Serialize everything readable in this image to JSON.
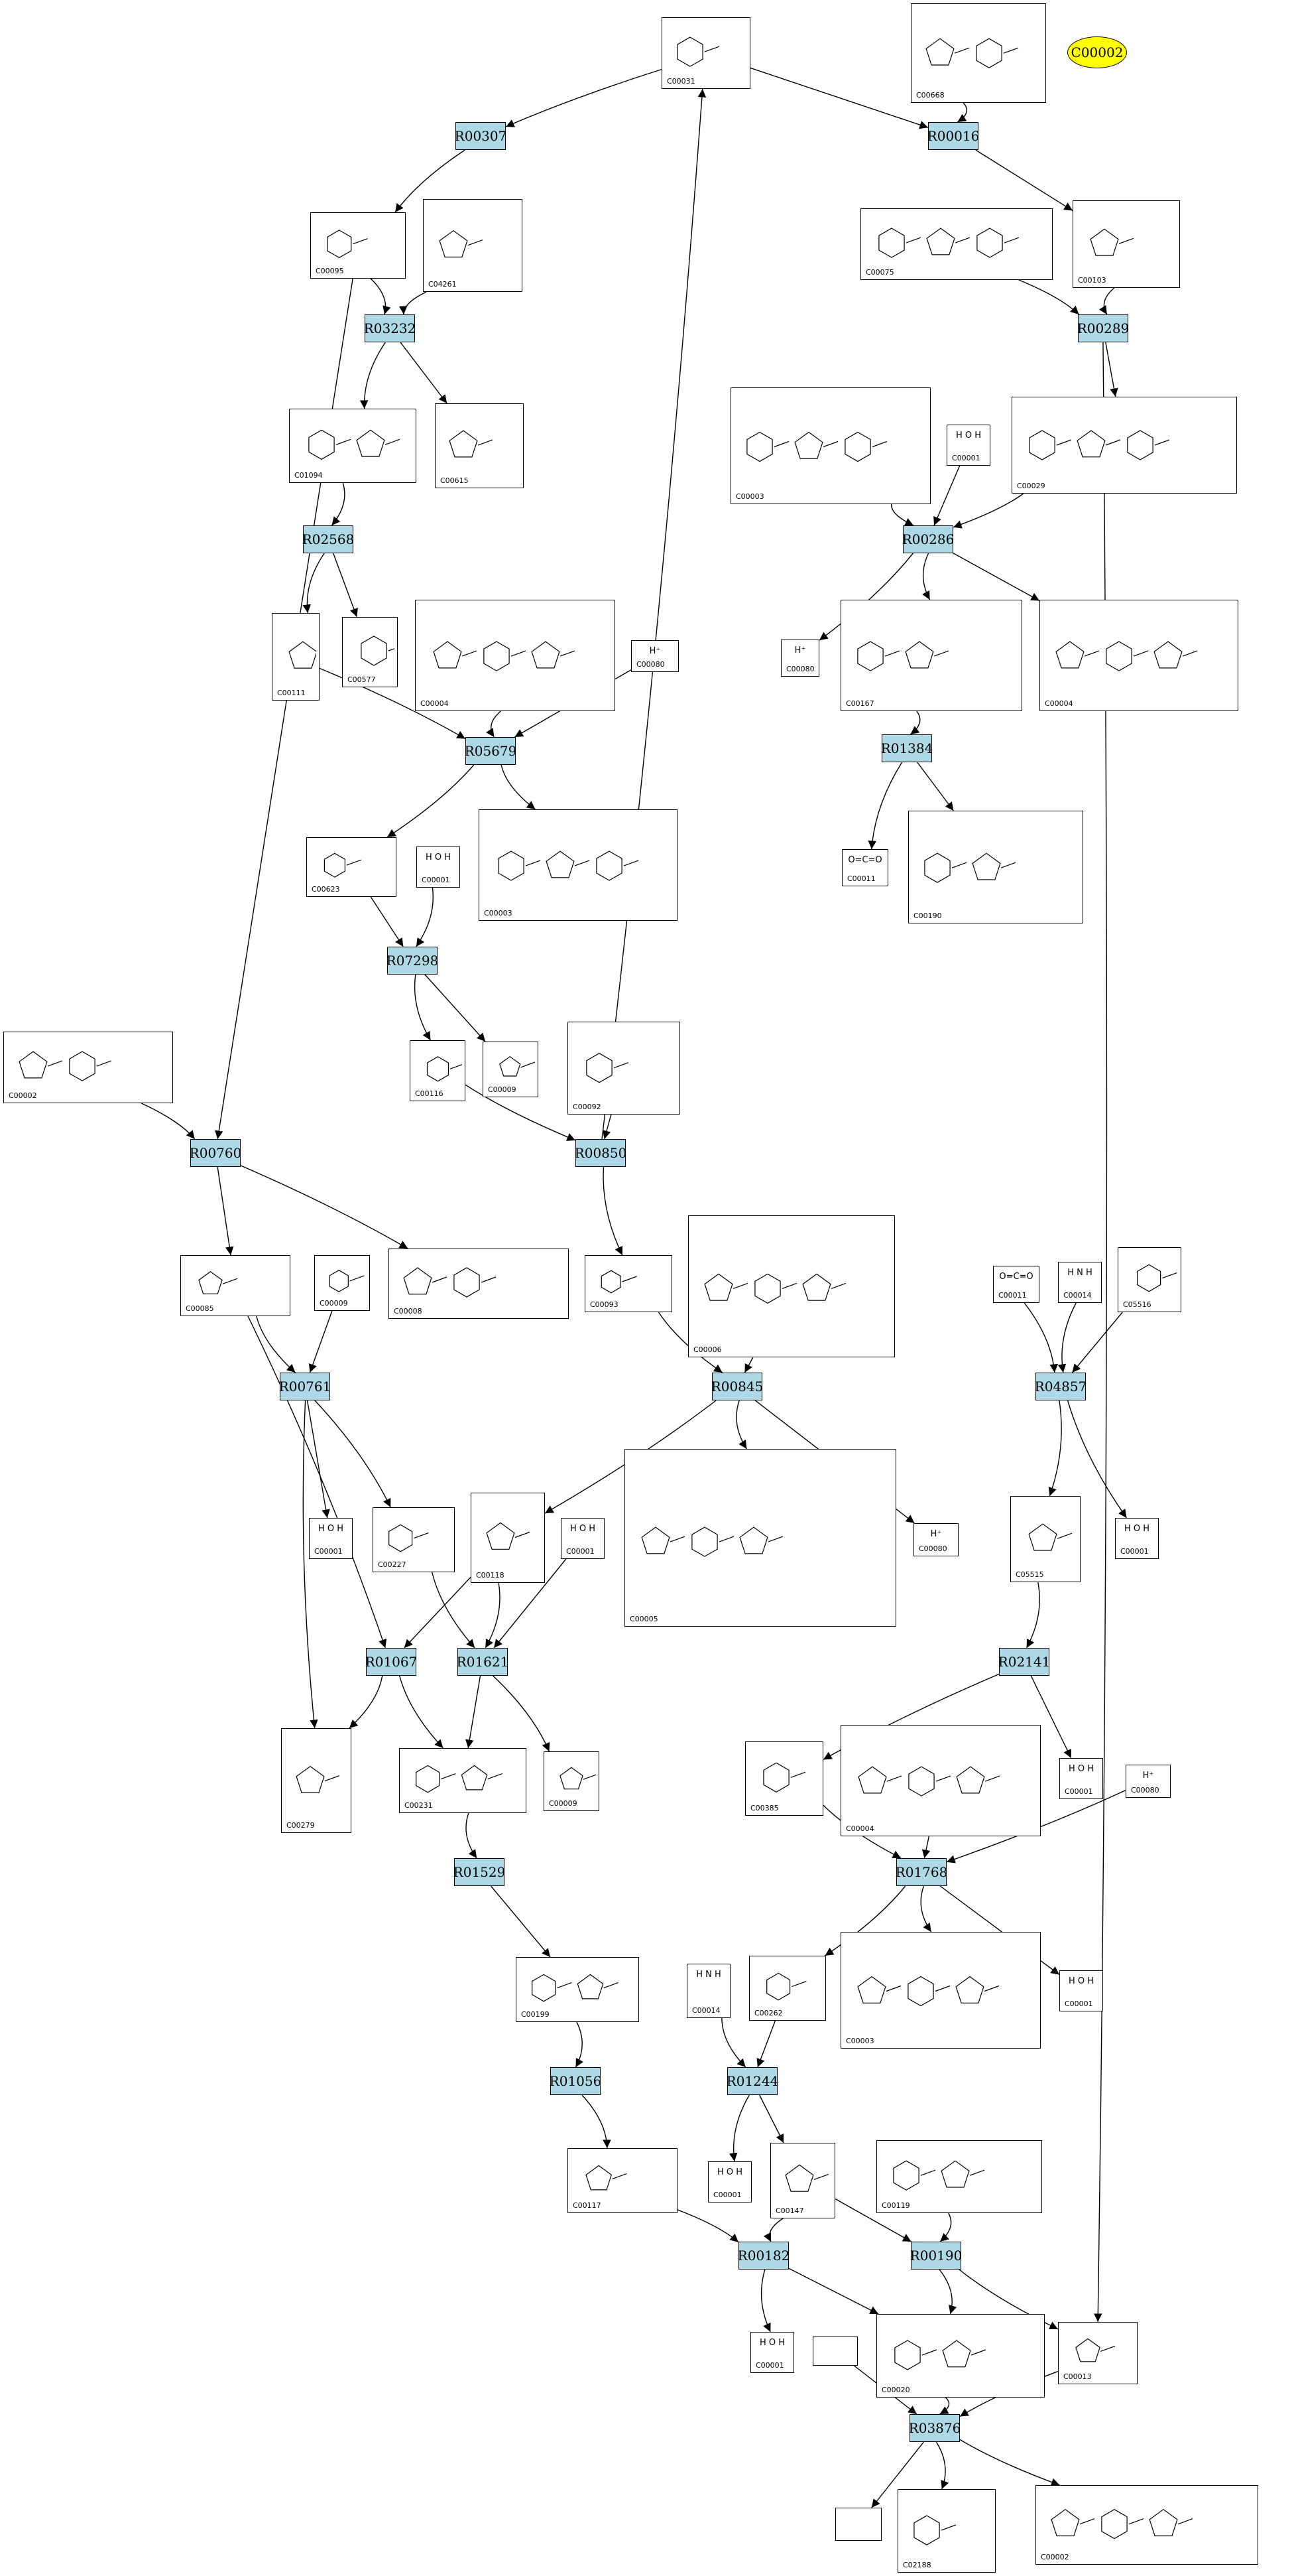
{
  "reactions": [
    {
      "id": "r00307",
      "label": "R00307"
    },
    {
      "id": "r00016",
      "label": "R00016"
    },
    {
      "id": "r03232",
      "label": "R03232"
    },
    {
      "id": "r00289",
      "label": "R00289"
    },
    {
      "id": "r02568",
      "label": "R02568"
    },
    {
      "id": "r00286",
      "label": "R00286"
    },
    {
      "id": "r05679",
      "label": "R05679"
    },
    {
      "id": "r01384",
      "label": "R01384"
    },
    {
      "id": "r07298",
      "label": "R07298"
    },
    {
      "id": "r00760",
      "label": "R00760"
    },
    {
      "id": "r00850",
      "label": "R00850"
    },
    {
      "id": "r00761",
      "label": "R00761"
    },
    {
      "id": "r00845",
      "label": "R00845"
    },
    {
      "id": "r04857",
      "label": "R04857"
    },
    {
      "id": "r01067",
      "label": "R01067"
    },
    {
      "id": "r01621",
      "label": "R01621"
    },
    {
      "id": "r02141",
      "label": "R02141"
    },
    {
      "id": "r01768",
      "label": "R01768"
    },
    {
      "id": "r01529",
      "label": "R01529"
    },
    {
      "id": "r01056",
      "label": "R01056"
    },
    {
      "id": "r01244",
      "label": "R01244"
    },
    {
      "id": "r00182",
      "label": "R00182"
    },
    {
      "id": "r00190",
      "label": "R00190"
    },
    {
      "id": "r03876",
      "label": "R03876"
    }
  ],
  "highlight": {
    "id": "c00002_oval",
    "label": "C00002"
  },
  "compounds": [
    {
      "id": "c00031_a",
      "label": "C00031",
      "text": ""
    },
    {
      "id": "c00668_a",
      "label": "C00668",
      "text": ""
    },
    {
      "id": "c00095_a",
      "label": "C00095",
      "text": ""
    },
    {
      "id": "c04261_a",
      "label": "C04261",
      "text": ""
    },
    {
      "id": "c00075_a",
      "label": "C00075",
      "text": ""
    },
    {
      "id": "c00103_a",
      "label": "C00103",
      "text": ""
    },
    {
      "id": "c01094_a",
      "label": "C01094",
      "text": ""
    },
    {
      "id": "c00615_a",
      "label": "C00615",
      "text": ""
    },
    {
      "id": "c00003_a",
      "label": "C00003",
      "text": ""
    },
    {
      "id": "c00001_a",
      "label": "C00001",
      "text": "H O H"
    },
    {
      "id": "c00029_a",
      "label": "C00029",
      "text": ""
    },
    {
      "id": "c00111_a",
      "label": "C00111",
      "text": ""
    },
    {
      "id": "c00577_a",
      "label": "C00577",
      "text": ""
    },
    {
      "id": "c00004_a",
      "label": "C00004",
      "text": ""
    },
    {
      "id": "c00080_a",
      "label": "C00080",
      "text": "H⁺"
    },
    {
      "id": "c00080_b",
      "label": "C00080",
      "text": "H⁺"
    },
    {
      "id": "c00167_a",
      "label": "C00167",
      "text": ""
    },
    {
      "id": "c00004_b",
      "label": "C00004",
      "text": ""
    },
    {
      "id": "c00623_a",
      "label": "C00623",
      "text": ""
    },
    {
      "id": "c00001_b",
      "label": "C00001",
      "text": "H O H"
    },
    {
      "id": "c00003_b",
      "label": "C00003",
      "text": ""
    },
    {
      "id": "c00011_a",
      "label": "C00011",
      "text": "O=C=O"
    },
    {
      "id": "c00190_a",
      "label": "C00190",
      "text": ""
    },
    {
      "id": "c00002_a",
      "label": "C00002",
      "text": ""
    },
    {
      "id": "c00116_a",
      "label": "C00116",
      "text": ""
    },
    {
      "id": "c00009_a",
      "label": "C00009",
      "text": ""
    },
    {
      "id": "c00092_a",
      "label": "C00092",
      "text": ""
    },
    {
      "id": "c00085_a",
      "label": "C00085",
      "text": ""
    },
    {
      "id": "c00009_b",
      "label": "C00009",
      "text": ""
    },
    {
      "id": "c00008_a",
      "label": "C00008",
      "text": ""
    },
    {
      "id": "c00093_a",
      "label": "C00093",
      "text": ""
    },
    {
      "id": "c00006_a",
      "label": "C00006",
      "text": ""
    },
    {
      "id": "c00011_b",
      "label": "C00011",
      "text": "O=C=O"
    },
    {
      "id": "c00014_a",
      "label": "C00014",
      "text": "H N H"
    },
    {
      "id": "c05516_a",
      "label": "C05516",
      "text": ""
    },
    {
      "id": "c00001_c",
      "label": "C00001",
      "text": "H O H"
    },
    {
      "id": "c00227_a",
      "label": "C00227",
      "text": ""
    },
    {
      "id": "c00118_a",
      "label": "C00118",
      "text": ""
    },
    {
      "id": "c00001_d",
      "label": "C00001",
      "text": "H O H"
    },
    {
      "id": "c00005_a",
      "label": "C00005",
      "text": ""
    },
    {
      "id": "c00080_c",
      "label": "C00080",
      "text": "H⁺"
    },
    {
      "id": "c05515_a",
      "label": "C05515",
      "text": ""
    },
    {
      "id": "c00001_e",
      "label": "C00001",
      "text": "H O H"
    },
    {
      "id": "c00279_a",
      "label": "C00279",
      "text": ""
    },
    {
      "id": "c00231_a",
      "label": "C00231",
      "text": ""
    },
    {
      "id": "c00009_c",
      "label": "C00009",
      "text": ""
    },
    {
      "id": "c00385_a",
      "label": "C00385",
      "text": ""
    },
    {
      "id": "c00004_c",
      "label": "C00004",
      "text": ""
    },
    {
      "id": "c00001_f",
      "label": "C00001",
      "text": "H O H"
    },
    {
      "id": "c00080_d",
      "label": "C00080",
      "text": "H⁺"
    },
    {
      "id": "c00199_a",
      "label": "C00199",
      "text": ""
    },
    {
      "id": "c00014_b",
      "label": "C00014",
      "text": "H N H"
    },
    {
      "id": "c00262_a",
      "label": "C00262",
      "text": ""
    },
    {
      "id": "c00003_c",
      "label": "C00003",
      "text": ""
    },
    {
      "id": "c00001_g",
      "label": "C00001",
      "text": "H O H"
    },
    {
      "id": "c00117_a",
      "label": "C00117",
      "text": ""
    },
    {
      "id": "c00001_h",
      "label": "C00001",
      "text": "H O H"
    },
    {
      "id": "c00147_a",
      "label": "C00147",
      "text": ""
    },
    {
      "id": "c00119_a",
      "label": "C00119",
      "text": ""
    },
    {
      "id": "c00001_i",
      "label": "C00001",
      "text": "H O H"
    },
    {
      "id": "c00020_a",
      "label": "C00020",
      "text": ""
    },
    {
      "id": "c00013_a",
      "label": "C00013",
      "text": ""
    },
    {
      "id": "blank_a",
      "label": "",
      "text": ""
    },
    {
      "id": "blank_b",
      "label": "",
      "text": ""
    },
    {
      "id": "c02188_a",
      "label": "C02188",
      "text": ""
    },
    {
      "id": "c00002_b",
      "label": "C00002",
      "text": ""
    }
  ],
  "edges": [
    [
      "c00031_a",
      "r00307"
    ],
    [
      "c00031_a",
      "r00016"
    ],
    [
      "c00668_a",
      "r00016"
    ],
    [
      "r00307",
      "c00095_a"
    ],
    [
      "r00016",
      "c00103_a"
    ],
    [
      "c00095_a",
      "r03232"
    ],
    [
      "c04261_a",
      "r03232"
    ],
    [
      "c00095_a",
      "r00760"
    ],
    [
      "c00075_a",
      "r00289"
    ],
    [
      "c00103_a",
      "r00289"
    ],
    [
      "r00289",
      "c00029_a"
    ],
    [
      "r00289",
      "c00013_a"
    ],
    [
      "r03232",
      "c01094_a"
    ],
    [
      "r03232",
      "c00615_a"
    ],
    [
      "c01094_a",
      "r02568"
    ],
    [
      "c00003_a",
      "r00286"
    ],
    [
      "c00001_a",
      "r00286"
    ],
    [
      "c00029_a",
      "r00286"
    ],
    [
      "r02568",
      "c00111_a"
    ],
    [
      "r02568",
      "c00577_a"
    ],
    [
      "r00286",
      "c00080_a"
    ],
    [
      "r00286",
      "c00167_a"
    ],
    [
      "r00286",
      "c00004_b"
    ],
    [
      "c00111_a",
      "r05679"
    ],
    [
      "c00004_a",
      "r05679"
    ],
    [
      "c00080_b",
      "r05679"
    ],
    [
      "c00167_a",
      "r01384"
    ],
    [
      "r01384",
      "c00011_a"
    ],
    [
      "r01384",
      "c00190_a"
    ],
    [
      "r05679",
      "c00623_a"
    ],
    [
      "r05679",
      "c00003_b"
    ],
    [
      "c00623_a",
      "r07298"
    ],
    [
      "c00001_b",
      "r07298"
    ],
    [
      "r07298",
      "c00116_a"
    ],
    [
      "r07298",
      "c00009_a"
    ],
    [
      "c00002_a",
      "r00760"
    ],
    [
      "c00116_a",
      "r00850"
    ],
    [
      "c00092_a",
      "r00850"
    ],
    [
      "r00850",
      "c00031_a"
    ],
    [
      "r00850",
      "c00093_a"
    ],
    [
      "r00760",
      "c00085_a"
    ],
    [
      "r00760",
      "c00008_a"
    ],
    [
      "c00085_a",
      "r00761"
    ],
    [
      "c00009_b",
      "r00761"
    ],
    [
      "c00085_a",
      "r01067"
    ],
    [
      "c00093_a",
      "r00845"
    ],
    [
      "c00006_a",
      "r00845"
    ],
    [
      "r00845",
      "c00118_a"
    ],
    [
      "r00845",
      "c00005_a"
    ],
    [
      "r00845",
      "c00080_c"
    ],
    [
      "c00011_b",
      "r04857"
    ],
    [
      "c00014_a",
      "r04857"
    ],
    [
      "c05516_a",
      "r04857"
    ],
    [
      "r04857",
      "c05515_a"
    ],
    [
      "r04857",
      "c00001_c"
    ],
    [
      "r00761",
      "c00001_c_dummy"
    ],
    [
      "r00761",
      "c00227_a"
    ],
    [
      "r00761",
      "c00279_a"
    ],
    [
      "c00118_a",
      "r01067"
    ],
    [
      "c00118_a",
      "r01621"
    ],
    [
      "c00227_a",
      "r01621"
    ],
    [
      "c00001_d",
      "r01621"
    ],
    [
      "c05515_a",
      "r02141"
    ],
    [
      "r02141",
      "c00385_a"
    ],
    [
      "r02141",
      "c00001_e"
    ],
    [
      "r01067",
      "c00279_a"
    ],
    [
      "r01067",
      "c00231_a"
    ],
    [
      "r01621",
      "c00231_a"
    ],
    [
      "r01621",
      "c00009_c"
    ],
    [
      "c00385_a",
      "r01768"
    ],
    [
      "c00004_c",
      "r01768"
    ],
    [
      "c00080_d",
      "r01768"
    ],
    [
      "c00231_a",
      "r01529"
    ],
    [
      "r01529",
      "c00199_a"
    ],
    [
      "r01768",
      "c00262_a"
    ],
    [
      "r01768",
      "c00003_c"
    ],
    [
      "r01768",
      "c00001_g"
    ],
    [
      "c00199_a",
      "r01056"
    ],
    [
      "c00014_b",
      "r01244"
    ],
    [
      "c00262_a",
      "r01244"
    ],
    [
      "r01056",
      "c00117_a"
    ],
    [
      "r01244",
      "c00001_h"
    ],
    [
      "r01244",
      "c00147_a"
    ],
    [
      "c00117_a",
      "r00182"
    ],
    [
      "c00147_a",
      "r00182"
    ],
    [
      "c00147_a",
      "r00190"
    ],
    [
      "c00119_a",
      "r00190"
    ],
    [
      "r00182",
      "c00001_i"
    ],
    [
      "r00182",
      "c00020_a"
    ],
    [
      "r00190",
      "c00020_a"
    ],
    [
      "r00190",
      "c00013_a"
    ],
    [
      "blank_a",
      "r03876"
    ],
    [
      "c00020_a",
      "r03876"
    ],
    [
      "c00013_a",
      "r03876"
    ],
    [
      "r03876",
      "blank_b"
    ],
    [
      "r03876",
      "c02188_a"
    ],
    [
      "r03876",
      "c00002_b"
    ]
  ],
  "colors": {
    "reaction_fill": "#add8e6",
    "highlight_fill": "#ffff00",
    "stroke": "#000000"
  }
}
